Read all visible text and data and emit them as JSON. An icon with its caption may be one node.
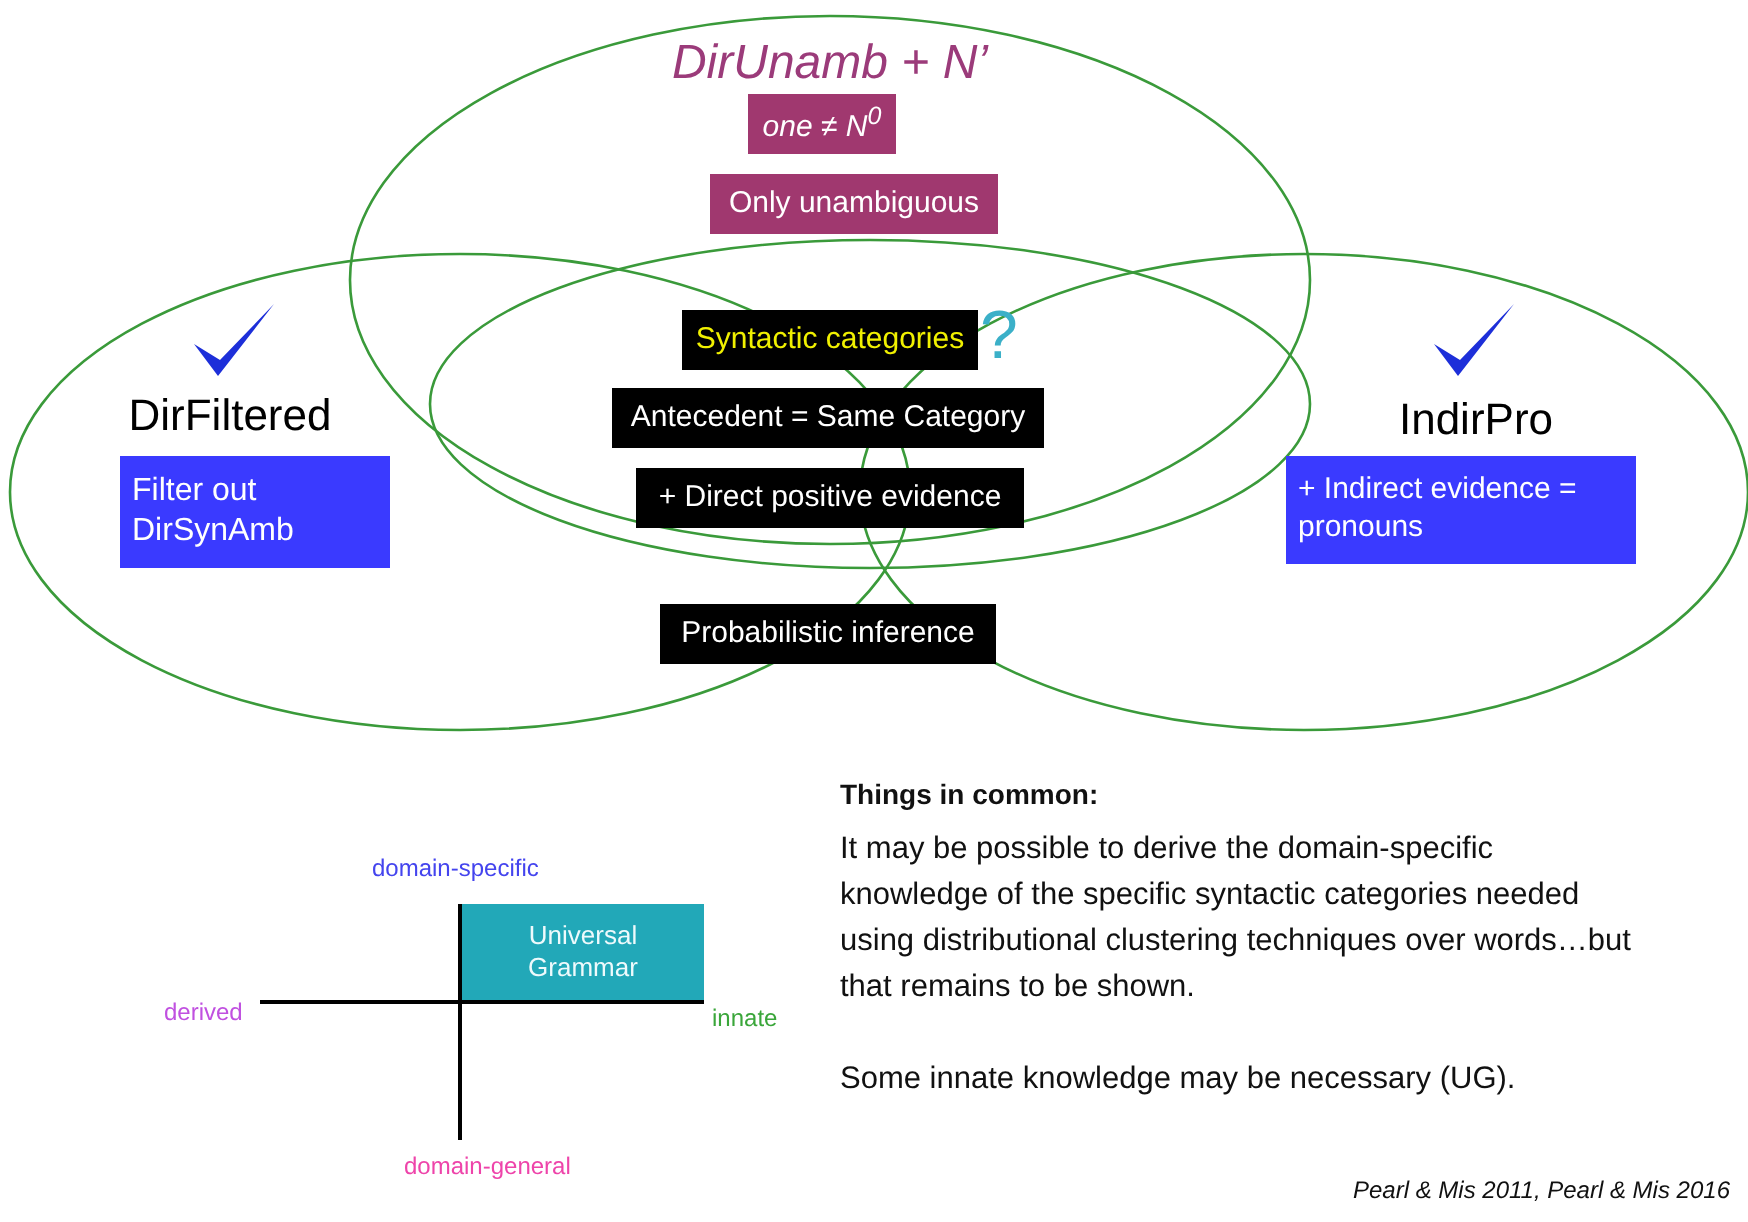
{
  "diagram": {
    "nodes": [
      {
        "text": [
          "DirUnamb + N’"
        ]
      },
      {
        "text": [
          "one ≠ N$^{0}$"
        ],
        "in": 0
      },
      {
        "text": [
          "Only unambiguous"
        ],
        "in": 0
      },
      {
        "text": [
          "DirFiltered"
        ]
      },
      {
        "text": [
          "Filter out DirSynAmb"
        ],
        "in": 3
      },
      {
        "text": [],
        "shape": "ellipse"
      },
      {
        "text": [
          "IndirPro"
        ]
      },
      {
        "text": [
          "+ Indirect evidence = pronouns"
        ],
        "in": 6
      },
      {
        "text": [
          "Syntactic categories"
        ],
        "in": 5
      },
      {
        "text": [
          "Antecedent = Same Category"
        ],
        "in": 5
      },
      {
        "text": [
          "+ Direct positive evidence"
        ],
        "in": 5
      },
      {
        "text": [
          "Probabilistic inference"
        ]
      },
      {
        "text": [
          "Universal Grammar"
        ]
      }
    ],
    "labels": [
      "?",
      "domain-specific",
      "derived",
      "innate",
      "domain-general",
      "Things in common:",
      "It may be possible to derive the domain-specific knowledge of the specific syntactic categories needed using distributional clustering techniques over words…but that remains to be shown.",
      "Some innate knowledge may be necessary (UG).",
      "Pearl & Mis 2011, Pearl & Mis 2016"
    ]
  }
}
